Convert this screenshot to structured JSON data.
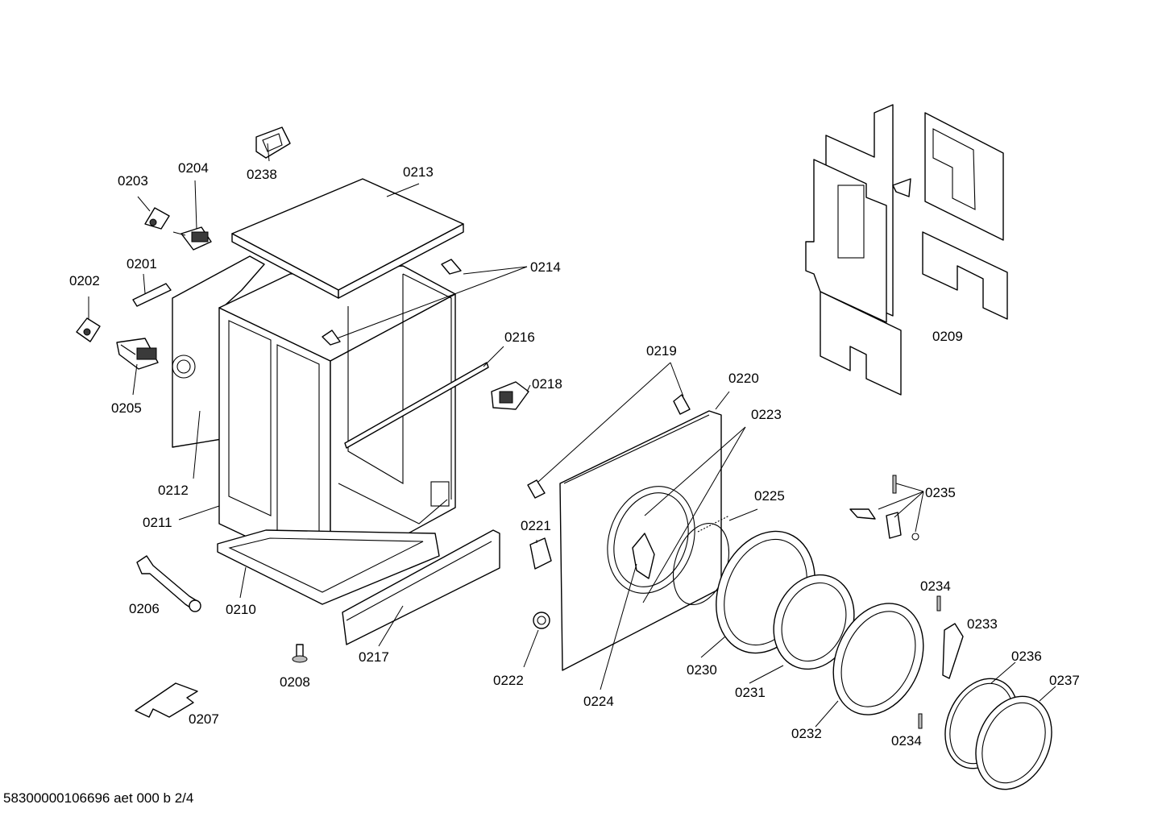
{
  "footer": {
    "document_code": "58300000106696 aet 000 b 2/4"
  },
  "callouts": {
    "c0201": "0201",
    "c0202": "0202",
    "c0203": "0203",
    "c0204": "0204",
    "c0205": "0205",
    "c0206": "0206",
    "c0207": "0207",
    "c0208": "0208",
    "c0209": "0209",
    "c0210": "0210",
    "c0211": "0211",
    "c0212": "0212",
    "c0213": "0213",
    "c0214": "0214",
    "c0216": "0216",
    "c0217": "0217",
    "c0218": "0218",
    "c0219": "0219",
    "c0220": "0220",
    "c0221": "0221",
    "c0222": "0222",
    "c0223": "0223",
    "c0224": "0224",
    "c0225": "0225",
    "c0230": "0230",
    "c0231": "0231",
    "c0232": "0232",
    "c0233": "0233",
    "c0234a": "0234",
    "c0234b": "0234",
    "c0235": "0235",
    "c0236": "0236",
    "c0237": "0237",
    "c0238": "0238"
  }
}
